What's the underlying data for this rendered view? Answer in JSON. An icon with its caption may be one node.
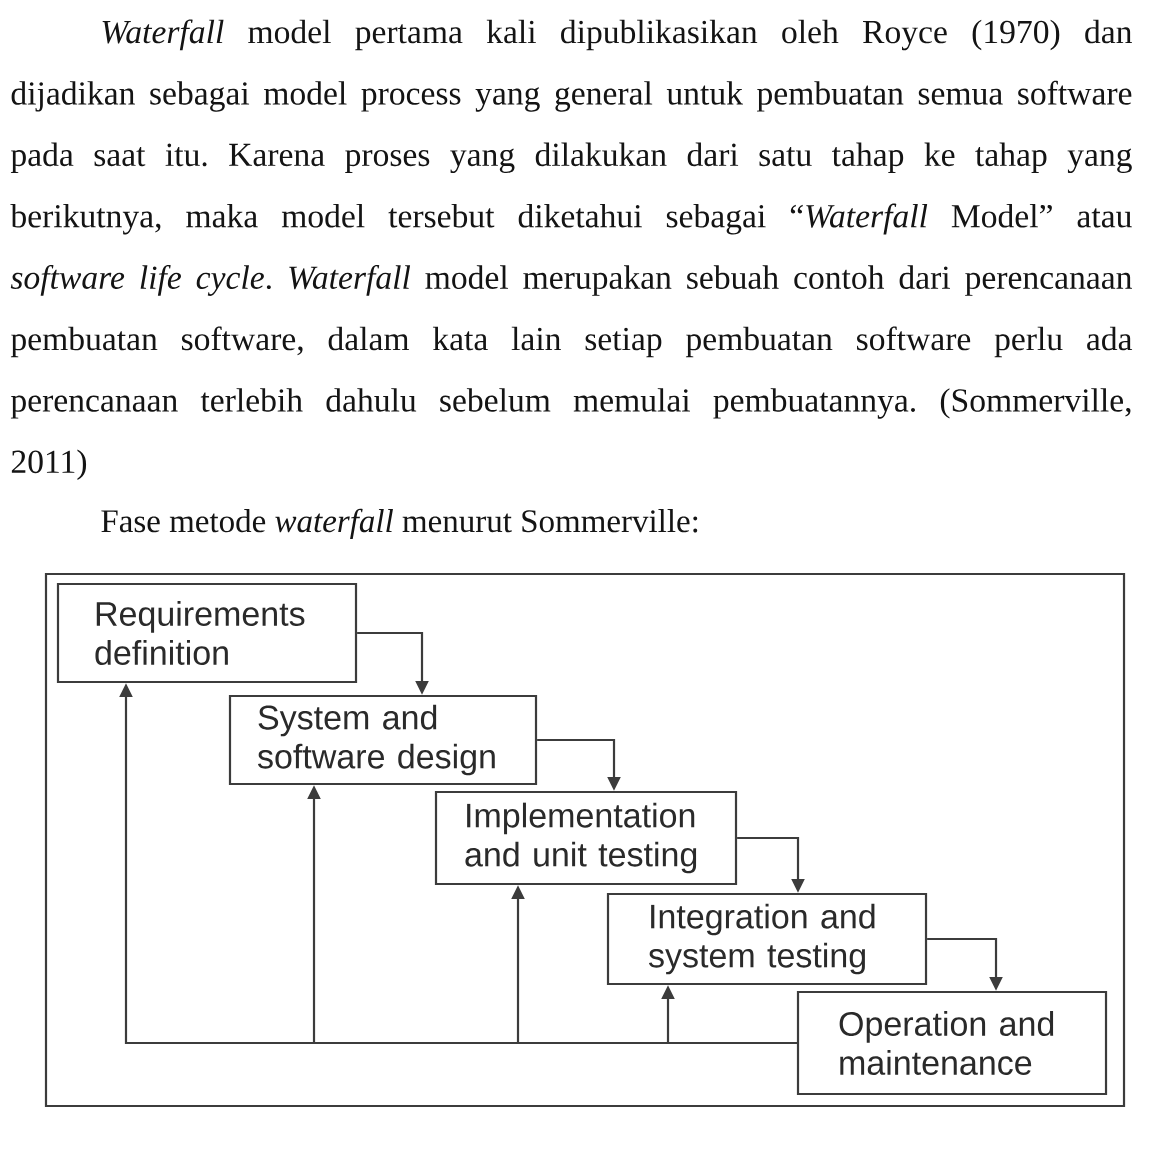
{
  "diagram": {
    "nodes": [
      {
        "text": [
          "Requirements definition"
        ]
      },
      {
        "text": [
          "System and software design"
        ]
      },
      {
        "text": [
          "Implementation and unit testing"
        ]
      },
      {
        "text": [
          "Integration and system testing"
        ]
      },
      {
        "text": [
          "Operation and maintenance"
        ]
      }
    ],
    "edges": [
      {
        "from": 0,
        "to": 1,
        "arrow": "to"
      },
      {
        "from": 1,
        "to": 2,
        "arrow": "to"
      },
      {
        "from": 2,
        "to": 3,
        "arrow": "to"
      },
      {
        "from": 3,
        "to": 4,
        "arrow": "to"
      },
      {
        "from": 4,
        "to": 0,
        "arrow": "to"
      },
      {
        "from": 4,
        "to": 1,
        "arrow": "to"
      },
      {
        "from": 4,
        "to": 2,
        "arrow": "to"
      },
      {
        "from": 4,
        "to": 3,
        "arrow": "to"
      }
    ],
    "labels": [
      "*Waterfall* model pertama kali dipublikasikan oleh Royce (1970) dan dijadikan sebagai model process yang general untuk pembuatan semua software pada saat itu. Karena proses yang dilakukan dari satu tahap ke tahap yang berikutnya, maka model tersebut diketahui sebagai “*Waterfall* Model” atau *software life cycle*. *Waterfall* model merupakan sebuah contoh dari perencanaan pembuatan software, dalam kata lain setiap pembuatan software perlu ada perencanaan terlebih dahulu sebelum memulai pembuatannya. (Sommerville, 2011)",
      "Fase metode *waterfall* menurut Sommerville:"
    ]
  }
}
